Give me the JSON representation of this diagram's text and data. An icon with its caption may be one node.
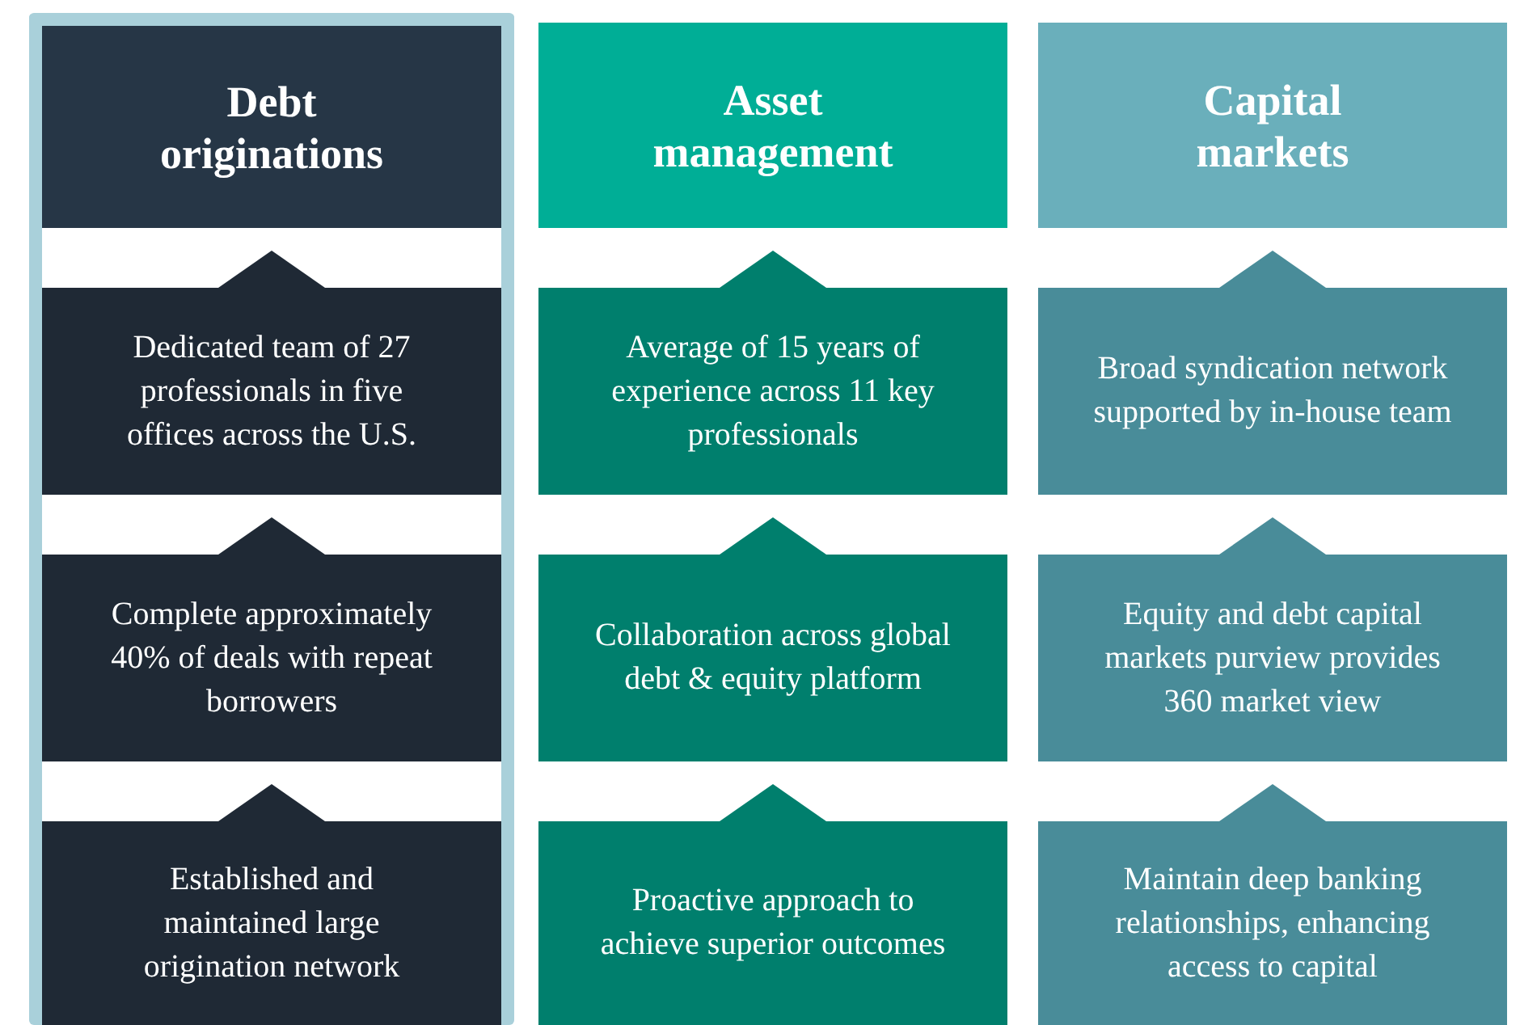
{
  "diagram": {
    "nodes": [
      {
        "text": [],
        "shape": "box"
      },
      {
        "text": [
          "Debt originations"
        ],
        "in": 0
      },
      {
        "text": [
          "Dedicated team of 27 professionals in five offices across the U.S."
        ],
        "in": 0
      },
      {
        "text": [
          "Complete approximately 40% of deals with repeat borrowers"
        ],
        "in": 0
      },
      {
        "text": [
          "Established and maintained large origination network"
        ],
        "in": 0
      },
      {
        "text": [
          "Asset management"
        ]
      },
      {
        "text": [
          "Average of 15 years of experience across 11 key professionals"
        ]
      },
      {
        "text": [
          "Collaboration across global debt & equity platform"
        ]
      },
      {
        "text": [
          "Proactive approach to achieve superior outcomes"
        ]
      },
      {
        "text": [
          "Capital markets"
        ]
      },
      {
        "text": [
          "Broad syndication network supported by in-house team"
        ]
      },
      {
        "text": [
          "Equity and debt capital markets purview provides 360 market view"
        ]
      },
      {
        "text": [
          "Maintain deep banking relationships, enhancing access to capital"
        ]
      }
    ],
    "edges": [
      {
        "from": 2,
        "to": 1,
        "arrow": "to",
        "color": "#1f2935"
      },
      {
        "from": 3,
        "to": 2,
        "arrow": "to",
        "color": "#1f2935"
      },
      {
        "from": 4,
        "to": 3,
        "arrow": "to",
        "color": "#1f2935"
      },
      {
        "from": 6,
        "to": 5,
        "arrow": "to",
        "color": "#007f6d"
      },
      {
        "from": 7,
        "to": 6,
        "arrow": "to",
        "color": "#007f6d"
      },
      {
        "from": 8,
        "to": 7,
        "arrow": "to",
        "color": "#007f6d"
      },
      {
        "from": 10,
        "to": 9,
        "arrow": "to",
        "color": "#498c99"
      },
      {
        "from": 11,
        "to": 10,
        "arrow": "to",
        "color": "#498c99"
      },
      {
        "from": 12,
        "to": 11,
        "arrow": "to",
        "color": "#498c99"
      }
    ]
  }
}
